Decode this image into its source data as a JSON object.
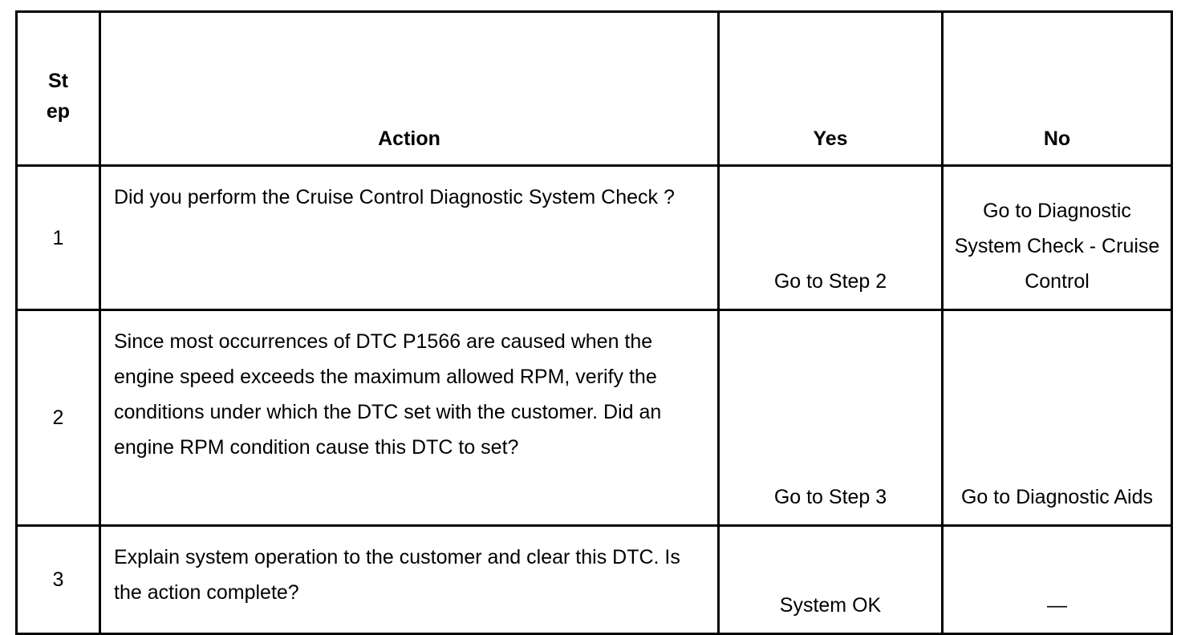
{
  "table": {
    "headers": {
      "step_line1": "St",
      "step_line2": "ep",
      "action": "Action",
      "yes": "Yes",
      "no": "No"
    },
    "rows": [
      {
        "step": "1",
        "action": "Did you perform the Cruise Control Diagnostic System Check ?",
        "yes": "Go to Step 2",
        "no": "Go to Diagnostic System Check - Cruise Control"
      },
      {
        "step": "2",
        "action": "Since most occurrences of DTC P1566 are caused when the engine speed exceeds the maximum allowed RPM, verify the conditions under which the DTC set with the customer. Did an engine RPM condition cause this DTC to set?",
        "yes": "Go to Step 3",
        "no": "Go to Diagnostic Aids"
      },
      {
        "step": "3",
        "action": "Explain system operation to the customer and clear this DTC. Is the action complete?",
        "yes": "System OK",
        "no": "—"
      }
    ]
  }
}
